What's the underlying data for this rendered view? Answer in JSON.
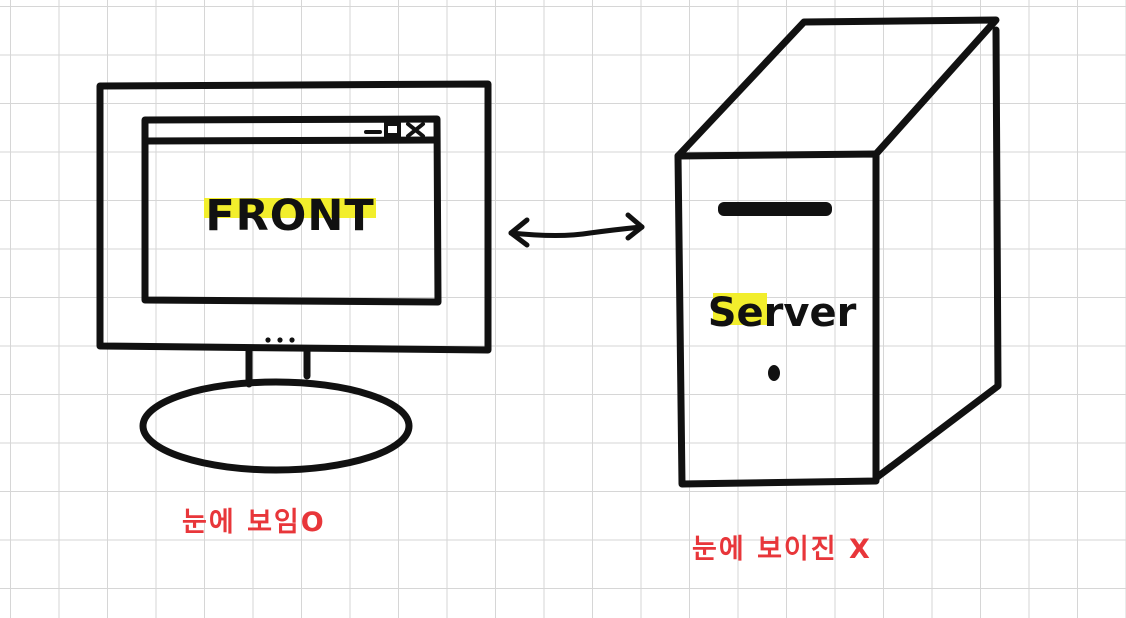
{
  "front": {
    "screen_text": "FRONT",
    "window_controls": "-□X",
    "power_dots": "...",
    "caption": "눈에 보임O"
  },
  "server": {
    "label": "Server",
    "caption": "눈에 보이진 X"
  },
  "colors": {
    "ink": "#111111",
    "highlight": "#f2ee2c",
    "caption": "#e8363a",
    "grid": "#d6d6d6"
  }
}
